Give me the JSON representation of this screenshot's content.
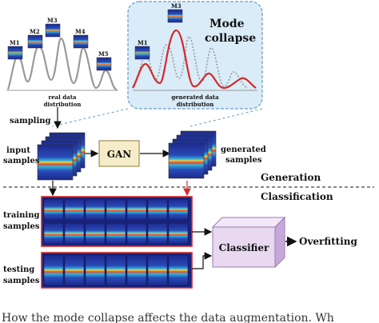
{
  "top_left": {
    "modes": [
      "M1",
      "M2",
      "M3",
      "M4",
      "M5"
    ],
    "caption_line1": "real data",
    "caption_line2": "distribution"
  },
  "top_right": {
    "title_line1": "Mode",
    "title_line2": "collapse",
    "modes": [
      "M1",
      "M3"
    ],
    "caption_line1": "generated data",
    "caption_line2": "distribution"
  },
  "flow": {
    "sampling": "sampling",
    "input_line1": "input",
    "input_line2": "samples",
    "gan": "GAN",
    "generated_line1": "generated",
    "generated_line2": "samples"
  },
  "sections": {
    "generation": "Generation",
    "classification": "Classification"
  },
  "classification": {
    "training_line1": "training",
    "training_line2": "samples",
    "testing_line1": "testing",
    "testing_line2": "samples",
    "classifier": "Classifier",
    "overfitting": "Overfitting"
  },
  "footer_fragment": "How the mode collapse affects the data augmentation. Wh",
  "colors": {
    "curve_gray": "#9a9a9a",
    "curve_red": "#d42a2a",
    "bubble_fill": "#d9ecf8",
    "bubble_stroke": "#6a9ac8",
    "gan_fill": "#f6edc8",
    "classifier_fill": "#e8d8f0",
    "red_border": "#d42a2a",
    "heatmap_bg": "#1a237e"
  }
}
